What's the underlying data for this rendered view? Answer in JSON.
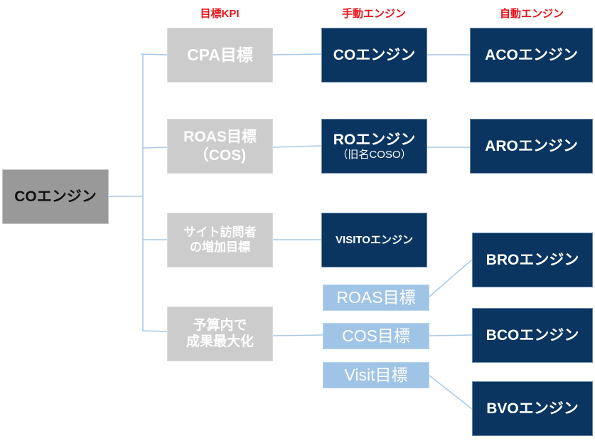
{
  "headers": {
    "kpi": "目標KPI",
    "manual": "手動エンジン",
    "auto": "自動エンジン"
  },
  "root": {
    "label": "COエンジン"
  },
  "kpi_targets": [
    {
      "label": "CPA目標"
    },
    {
      "line1": "ROAS目標",
      "line2": "（COS)"
    },
    {
      "line1": "サイト訪問者",
      "line2": "の増加目標"
    },
    {
      "line1": "予算内で",
      "line2": "成果最大化"
    }
  ],
  "manual_engines": [
    {
      "label": "COエンジン"
    },
    {
      "label": "ROエンジン",
      "note": "（旧名COSO）"
    },
    {
      "label": "VISITOエンジン"
    }
  ],
  "budget_goals": [
    {
      "label": "ROAS目標"
    },
    {
      "label": "COS目標"
    },
    {
      "label": "Visit目標"
    }
  ],
  "auto_engines": [
    {
      "label": "ACOエンジン"
    },
    {
      "label": "AROエンジン"
    },
    {
      "label": "BROエンジン"
    },
    {
      "label": "BCOエンジン"
    },
    {
      "label": "BVOエンジン"
    }
  ],
  "colors": {
    "header_text": "#e8151b",
    "root_fill": "#999999",
    "kpi_fill": "#cccccc",
    "engine_fill": "#0a3560",
    "goal_fill": "#a0c4e6",
    "connector": "#a8c8e8"
  }
}
